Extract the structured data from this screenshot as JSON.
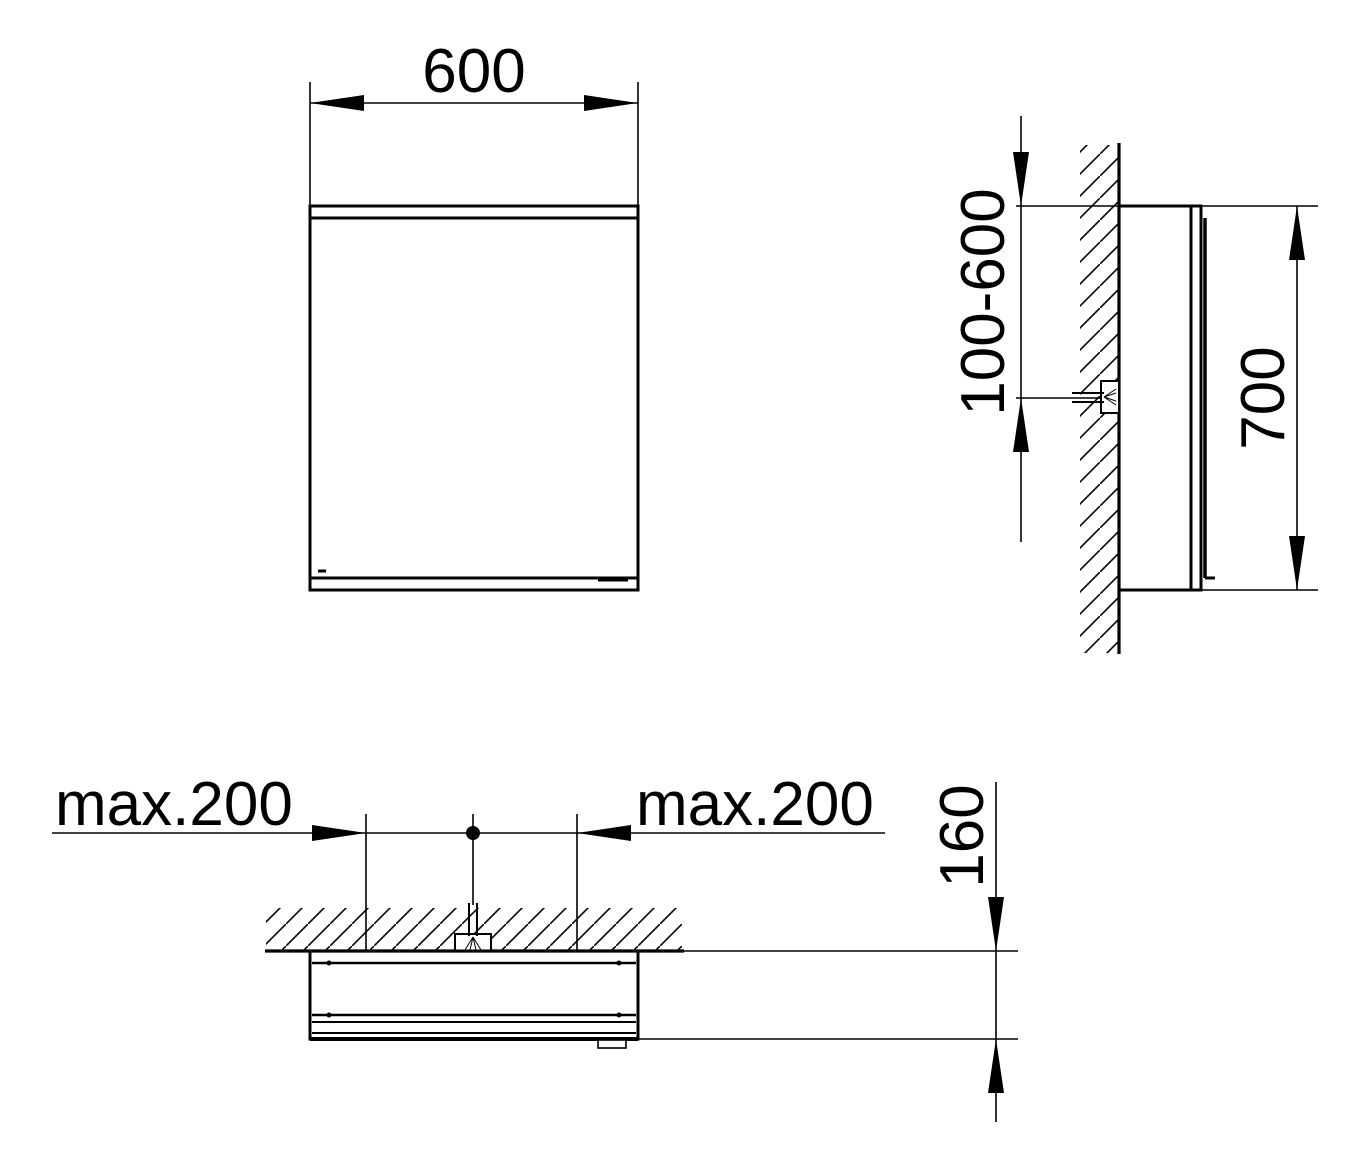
{
  "drawing": {
    "type": "technical-dimension-drawing",
    "subject": "mirror cabinet installation",
    "views": {
      "front": {
        "width_label": "600"
      },
      "side": {
        "height_label": "700",
        "mount_offset_label": "100-600"
      },
      "top": {
        "left_offset_label": "max.200",
        "right_offset_label": "max.200",
        "depth_label": "160"
      }
    },
    "colors": {
      "line": "#000000",
      "background": "#ffffff"
    }
  }
}
